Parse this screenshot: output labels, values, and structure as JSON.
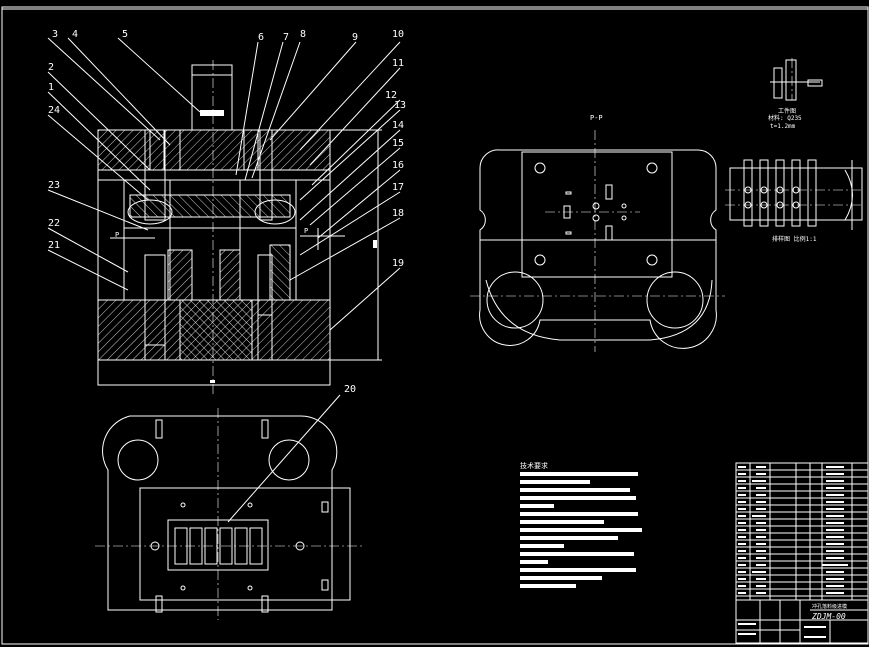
{
  "drawing": {
    "part_numbers": [
      "1",
      "2",
      "3",
      "4",
      "5",
      "6",
      "7",
      "8",
      "9",
      "10",
      "11",
      "12",
      "13",
      "14",
      "15",
      "16",
      "17",
      "18",
      "19",
      "20",
      "21",
      "22",
      "23",
      "24"
    ],
    "section_label_p": "P",
    "section_view_label": "P-P",
    "workpiece_title": "工件图",
    "workpiece_material": "材料: Q235",
    "workpiece_thickness": "t=1.2mm",
    "layout_caption": "排样图 比例1:1",
    "tech_req_title": "技术要求",
    "title_block_drawing_no": "ZDJM-00",
    "title_block_name": "冲孔落料级进模"
  }
}
